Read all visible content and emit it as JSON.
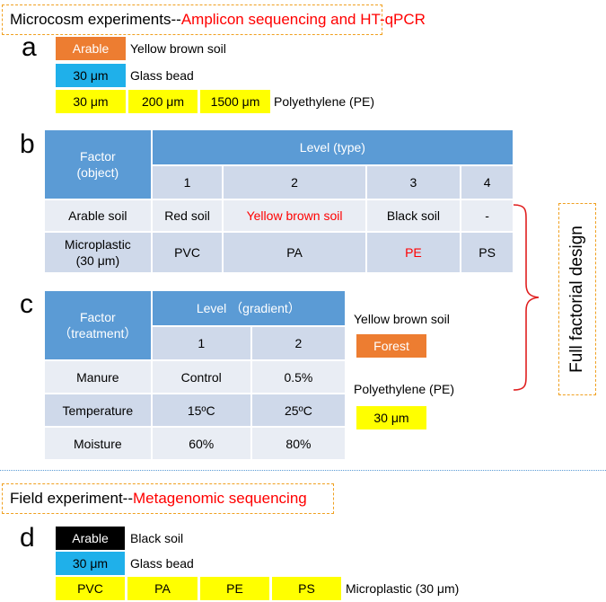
{
  "section1": {
    "title_prefix": "Microcosm experiments--",
    "title_highlight": "Amplicon sequencing and HT-qPCR"
  },
  "panel_a": {
    "letter": "a",
    "rows": [
      {
        "tags": [
          "Arable"
        ],
        "label": "Yellow brown soil"
      },
      {
        "tags": [
          "30 μm"
        ],
        "label": "Glass bead"
      },
      {
        "tags": [
          "30 μm",
          "200 μm",
          "1500 μm"
        ],
        "label": "Polyethylene (PE)"
      }
    ]
  },
  "panel_b": {
    "letter": "b",
    "factor_header": "Factor\n(object)",
    "level_header": "Level (type)",
    "level_numbers": [
      "1",
      "2",
      "3",
      "4"
    ],
    "rows": [
      {
        "factor": "Arable soil",
        "values": [
          "Red soil",
          "Yellow brown soil",
          "Black soil",
          "-"
        ]
      },
      {
        "factor": "Microplastic\n(30 μm)",
        "values": [
          "PVC",
          "PA",
          "PE",
          "PS"
        ]
      }
    ]
  },
  "panel_c": {
    "letter": "c",
    "factor_header": "Factor\n（treatment）",
    "level_header": "Level （gradient）",
    "level_numbers": [
      "1",
      "2"
    ],
    "rows": [
      {
        "factor": "Manure",
        "values": [
          "Control",
          "0.5%"
        ]
      },
      {
        "factor": "Temperature",
        "values": [
          "15ºC",
          "25ºC"
        ]
      },
      {
        "factor": "Moisture",
        "values": [
          "60%",
          "80%"
        ]
      }
    ],
    "soil_label": "Yellow brown soil",
    "soil_tag": "Forest",
    "pe_label": "Polyethylene (PE)",
    "pe_tag": "30 μm"
  },
  "design_label": "Full factorial design",
  "section2": {
    "title_prefix": "Field experiment--",
    "title_highlight": "Metagenomic sequencing"
  },
  "panel_d": {
    "letter": "d",
    "rows": [
      {
        "tags": [
          "Arable"
        ],
        "label": "Black soil"
      },
      {
        "tags": [
          "30 μm"
        ],
        "label": "Glass bead"
      },
      {
        "tags": [
          "PVC",
          "PA",
          "PE",
          "PS"
        ],
        "label": "Microplastic (30 μm)"
      }
    ]
  },
  "colors": {
    "orange": "#ed7d31",
    "blue": "#1fb0ea",
    "yellow": "#ffff00",
    "black": "#000000",
    "header_blue": "#5b9bd5",
    "highlight_red": "#ff0000"
  }
}
